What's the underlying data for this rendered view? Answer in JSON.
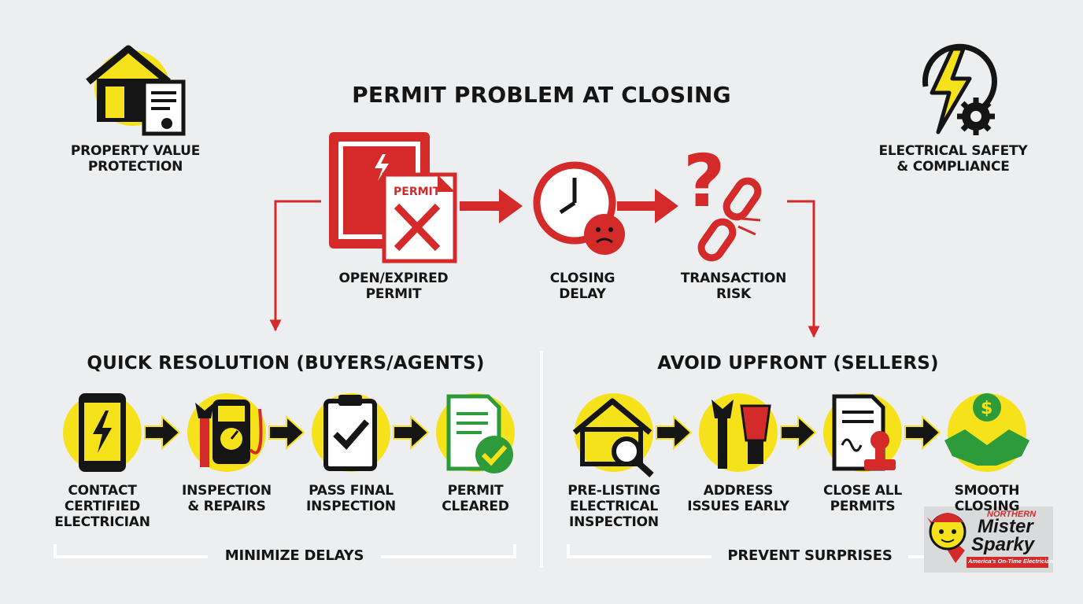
{
  "title": "PERMIT PROBLEM AT CLOSING",
  "corners": {
    "left_label": "PROPERTY VALUE\nPROTECTION",
    "left_icon": "house-with-certificate-icon",
    "right_label": "ELECTRICAL SAFETY\n& COMPLIANCE",
    "right_icon": "lightning-gear-icon"
  },
  "problem_chain": [
    {
      "label": "OPEN/EXPIRED\nPERMIT",
      "icon": "electrical-panel-permit-icon",
      "badge": "PERMIT"
    },
    {
      "label": "CLOSING\nDELAY",
      "icon": "clock-sad-face-icon"
    },
    {
      "label": "TRANSACTION\nRISK",
      "icon": "question-broken-chain-icon"
    }
  ],
  "buyers": {
    "heading": "QUICK RESOLUTION (BUYERS/AGENTS)",
    "steps": [
      {
        "label": "CONTACT\nCERTIFIED\nELECTRICIAN",
        "icon": "phone-lightning-icon"
      },
      {
        "label": "INSPECTION\n& REPAIRS",
        "icon": "wrench-multimeter-icon"
      },
      {
        "label": "PASS FINAL\nINSPECTION",
        "icon": "clipboard-check-icon"
      },
      {
        "label": "PERMIT\nCLEARED",
        "icon": "document-check-icon"
      }
    ],
    "footer": "MINIMIZE DELAYS"
  },
  "sellers": {
    "heading": "AVOID UPFRONT (SELLERS)",
    "steps": [
      {
        "label": "PRE-LISTING\nELECTRICAL\nINSPECTION",
        "icon": "house-magnifier-icon"
      },
      {
        "label": "ADDRESS\nISSUES EARLY",
        "icon": "wrench-connector-icon"
      },
      {
        "label": "CLOSE ALL\nPERMITS",
        "icon": "document-stamp-icon"
      },
      {
        "label": "SMOOTH\nCLOSING",
        "icon": "handshake-dollar-icon"
      }
    ],
    "footer": "PREVENT SURPRISES"
  },
  "logo": {
    "line1": "NORTHERN",
    "line2": "Mister",
    "line3": "Sparky",
    "tagline": "America's On-Time Electrician"
  },
  "colors": {
    "red": "#d42a2a",
    "yellow": "#f5e21b",
    "green": "#2e9b3a",
    "dark": "#151515",
    "background": "#eceeef"
  }
}
